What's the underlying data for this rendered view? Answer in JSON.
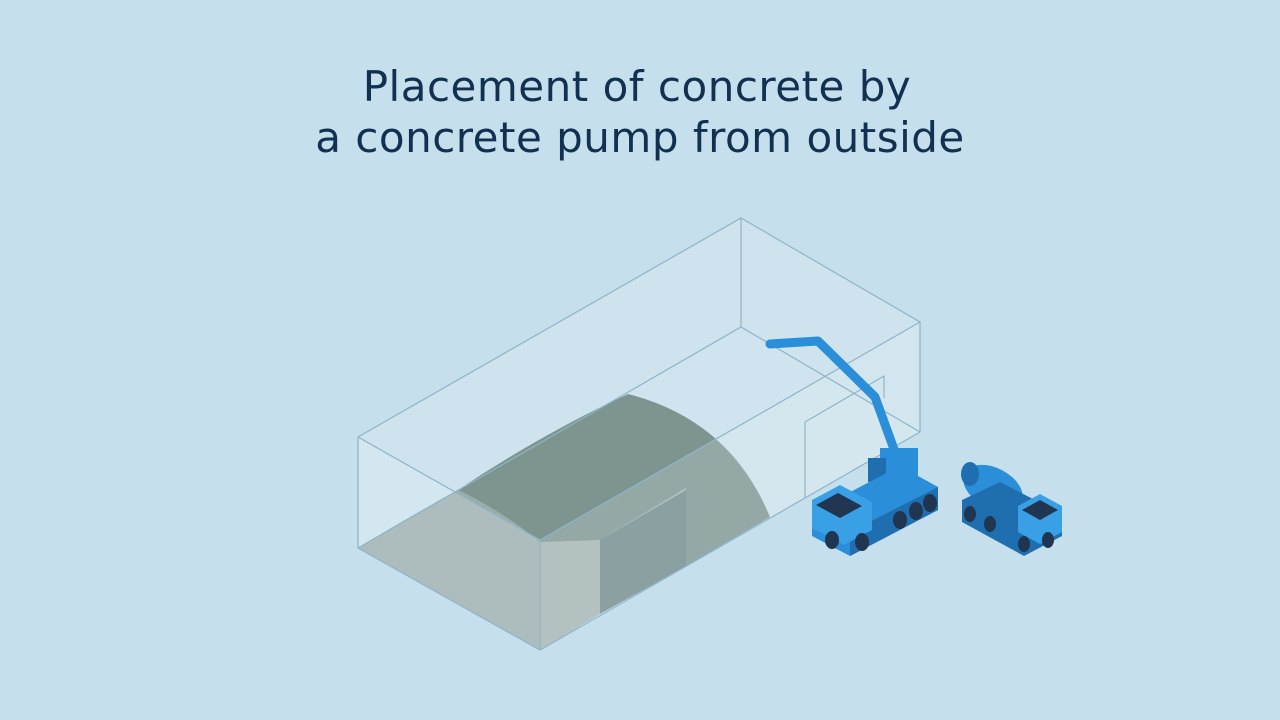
{
  "title": {
    "line1": "Placement of concrete by",
    "line2": "a concrete pump from outside"
  },
  "colors": {
    "background": "#c5dfec",
    "title": "#12304f",
    "building_edges": "#8fb4c8",
    "building_glass": "#e6f1f6",
    "formwork": "#6d8780",
    "vehicle_blue": "#2a8fd8",
    "vehicle_dark": "#1f3550"
  },
  "scene": {
    "building": "transparent-building",
    "formwork": "vault-formwork",
    "vehicles": [
      "concrete-pump-truck",
      "concrete-mixer-truck"
    ]
  }
}
